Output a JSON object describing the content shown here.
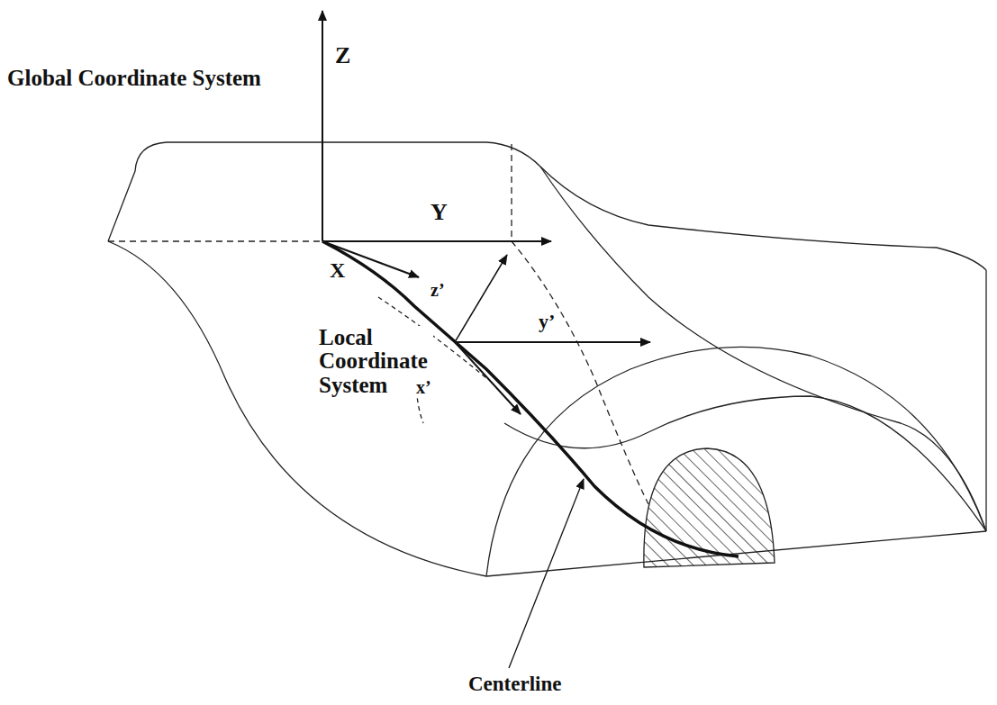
{
  "diagram": {
    "labels": [
      "Z",
      "Global Coordinate System",
      "Y",
      "X",
      "z’",
      "y’",
      "Local Coordinate System",
      "x’",
      "Centerline"
    ]
  }
}
